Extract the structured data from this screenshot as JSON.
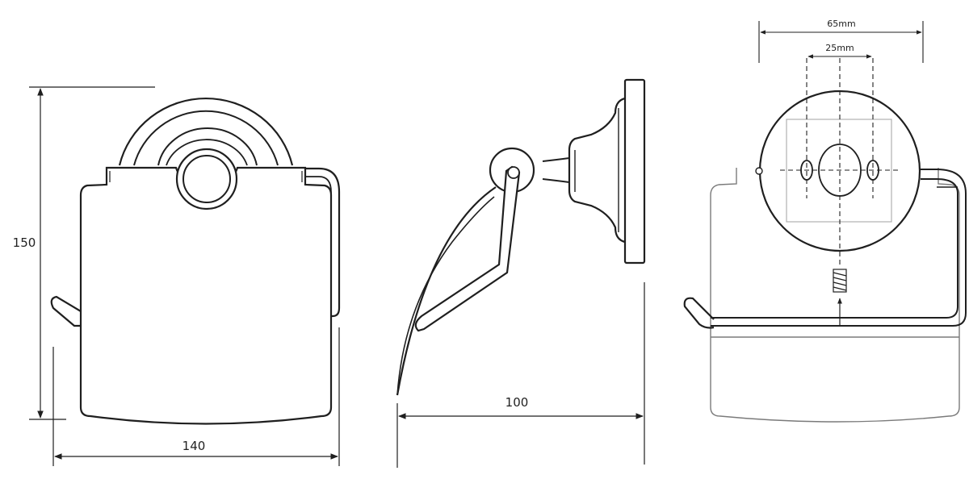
{
  "dimensions": {
    "front_height": "150",
    "front_width": "140",
    "side_depth": "100",
    "mount_spacing_outer": "65mm",
    "mount_spacing_inner": "25mm"
  },
  "colors": {
    "line": "#1f1f1f",
    "line_light": "#7a7a7a",
    "background": "#ffffff"
  }
}
